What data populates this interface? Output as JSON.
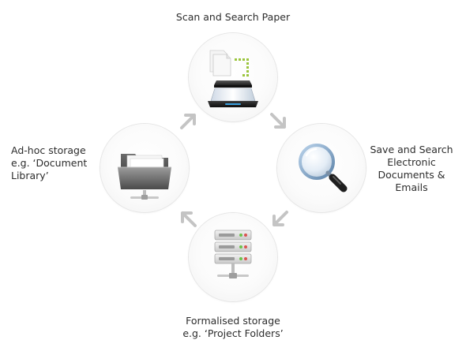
{
  "nodes": {
    "top": {
      "label_lines": [
        "Scan and Search Paper"
      ],
      "icon": "scanner-icon"
    },
    "right": {
      "label_lines": [
        "Save and Search",
        "Electronic",
        "Documents &",
        "Emails"
      ],
      "icon": "magnifier-icon"
    },
    "bottom": {
      "label_lines": [
        "Formalised storage",
        "e.g. ‘Project Folders’"
      ],
      "icon": "server-icon"
    },
    "left": {
      "label_lines": [
        "Ad-hoc storage",
        "e.g. ‘Document",
        "Library’"
      ],
      "icon": "folder-icon"
    }
  },
  "arrows": [
    "cycle-arrow-icon"
  ],
  "colors": {
    "arrow": "#c4c4c4",
    "node_border": "#e6e6e6",
    "text": "#2d2d2d",
    "accent_green": "#9bc53d",
    "led_red": "#d9544f",
    "led_green": "#6cc24a"
  }
}
